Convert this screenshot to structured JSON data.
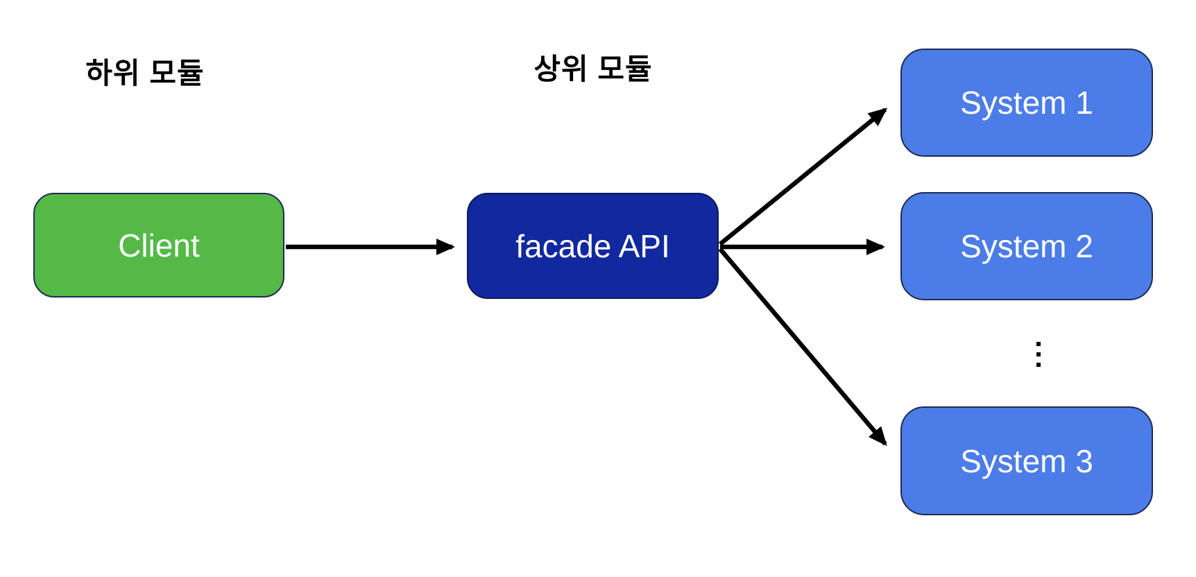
{
  "diagram": {
    "title_semantic": "Facade pattern diagram",
    "labels": {
      "sub_module": "하위 모듈",
      "super_module": "상위 모듈"
    },
    "nodes": {
      "client": {
        "label": "Client",
        "fill": "#54b947",
        "text_color": "#ffffff"
      },
      "facade": {
        "label": "facade API",
        "fill": "#12289f",
        "text_color": "#ffffff"
      },
      "system1": {
        "label": "System 1",
        "fill": "#4b7ce8",
        "text_color": "#ffffff"
      },
      "system2": {
        "label": "System 2",
        "fill": "#4b7ce8",
        "text_color": "#ffffff"
      },
      "system3": {
        "label": "System 3",
        "fill": "#4b7ce8",
        "text_color": "#ffffff"
      }
    },
    "ellipsis_symbol": "⋮",
    "edges": [
      {
        "from": "Client",
        "to": "facade API"
      },
      {
        "from": "facade API",
        "to": "System 1"
      },
      {
        "from": "facade API",
        "to": "System 2"
      },
      {
        "from": "facade API",
        "to": "System 3"
      }
    ],
    "edge_color": "#000000",
    "background": "#ffffff",
    "border_color": "#1e2b4f"
  }
}
